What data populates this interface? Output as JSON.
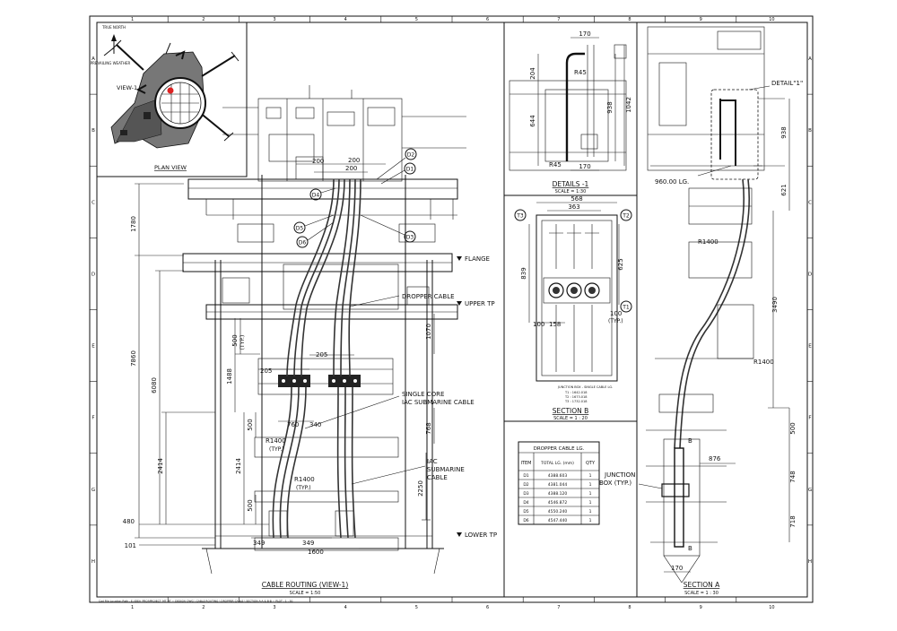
{
  "border": {
    "columns": [
      "1",
      "2",
      "3",
      "4",
      "5",
      "6",
      "7",
      "8",
      "9",
      "10"
    ],
    "rows": [
      "A",
      "B",
      "C",
      "D",
      "E",
      "F",
      "G",
      "H"
    ]
  },
  "plan_view": {
    "title": "PLAN VIEW",
    "view_label": "VIEW-1",
    "north_label": "TRUE NORTH",
    "weather_label": "PREVAILING WEATHER"
  },
  "cable_routing": {
    "title": "CABLE ROUTING (VIEW-1)",
    "scale": "SCALE = 1:50",
    "labels": {
      "flange": "FLANGE",
      "upper_tp": "UPPER TP",
      "lower_tp": "LOWER TP",
      "dropper_cable": "DROPPER CABLE",
      "single_core_1": "SINGLE CORE",
      "single_core_2": "IAC SUBMARINE CABLE",
      "iac_1": "IAC",
      "iac_2": "SUBMARINE",
      "iac_3": "CABLE"
    },
    "cable_tags": [
      "D1",
      "D2",
      "D3",
      "D4",
      "D5",
      "D6"
    ],
    "dimensions": {
      "d1780": "1780",
      "d7860": "7860",
      "d6080": "6080",
      "d2414a": "2414",
      "d2414b": "2414",
      "d1488": "1488",
      "d500typ": "500",
      "typ": "(TYP.)",
      "d1070": "1070",
      "d768": "768",
      "d500b": "500",
      "d500c": "500",
      "d2250": "2250",
      "d480": "480",
      "d101": "101",
      "d200a": "200",
      "d200b": "200",
      "d200c": "200",
      "d205a": "205",
      "d205b": "205",
      "d760": "760",
      "d340": "340",
      "r1400a": "R1400",
      "r1400b": "R1400",
      "typ2": "(TYP.)",
      "typ3": "(TYP.)",
      "d349a": "349",
      "d349b": "349",
      "d1600": "1600"
    }
  },
  "details_1": {
    "title": "DETAILS -1",
    "scale": "SCALE = 1:30",
    "dimensions": {
      "d170a": "170",
      "d204": "204",
      "r45a": "R45",
      "d644": "644",
      "d938": "938",
      "d1042": "1042",
      "r45b": "R45",
      "d170b": "170"
    }
  },
  "section_b": {
    "title": "SECTION B",
    "scale": "SCALE = 1 : 20",
    "tags": [
      "T1",
      "T2",
      "T3"
    ],
    "dimensions": {
      "d568": "568",
      "d363": "363",
      "d839": "839",
      "d625": "625",
      "d100a": "100",
      "d158": "158",
      "d100b": "100",
      "typ": "(TYP.)"
    },
    "note_title": "JUNCTION BOX - SINGLE CABLE LG.",
    "notes": [
      "T1 : 1642.018",
      "T2 : 1673.018",
      "T3 : 1732.018"
    ]
  },
  "dropper_table": {
    "title": "DROPPER CABLE LG.",
    "headers": [
      "ITEM",
      "TOTAL LG. (mm)",
      "QTY"
    ],
    "rows": [
      [
        "D1",
        "4388.603",
        "1"
      ],
      [
        "D2",
        "4381.044",
        "1"
      ],
      [
        "D3",
        "4388.120",
        "1"
      ],
      [
        "D4",
        "4546.872",
        "1"
      ],
      [
        "D5",
        "4550.240",
        "1"
      ],
      [
        "D6",
        "4547.440",
        "1"
      ]
    ]
  },
  "section_a": {
    "title": "SECTION A",
    "scale": "SCALE = 1 : 30",
    "detail_label": "DETAIL\"1\"",
    "lg_label": "960.00 LG.",
    "junction_1": "JUNCTION",
    "junction_2": "BOX (TYP.)",
    "dimensions": {
      "d938": "938",
      "d621": "621",
      "d3490": "3490",
      "r1400a": "R1400",
      "r1400b": "R1400",
      "d500": "500",
      "d876": "876",
      "d748": "748",
      "d718": "718",
      "d170": "170"
    },
    "section_marks": [
      "B",
      "B"
    ]
  },
  "footer": {
    "path_text": "Cad File Location Path : E:\\IDEA_PROJ\\PROJECT_MT_RT  ~  DESIGN_DWG \\ CABLE ROUTING \\ DROPPER CABLE \\ SECTION A-A & B-B  ~  PLOT : 1 : 50"
  }
}
